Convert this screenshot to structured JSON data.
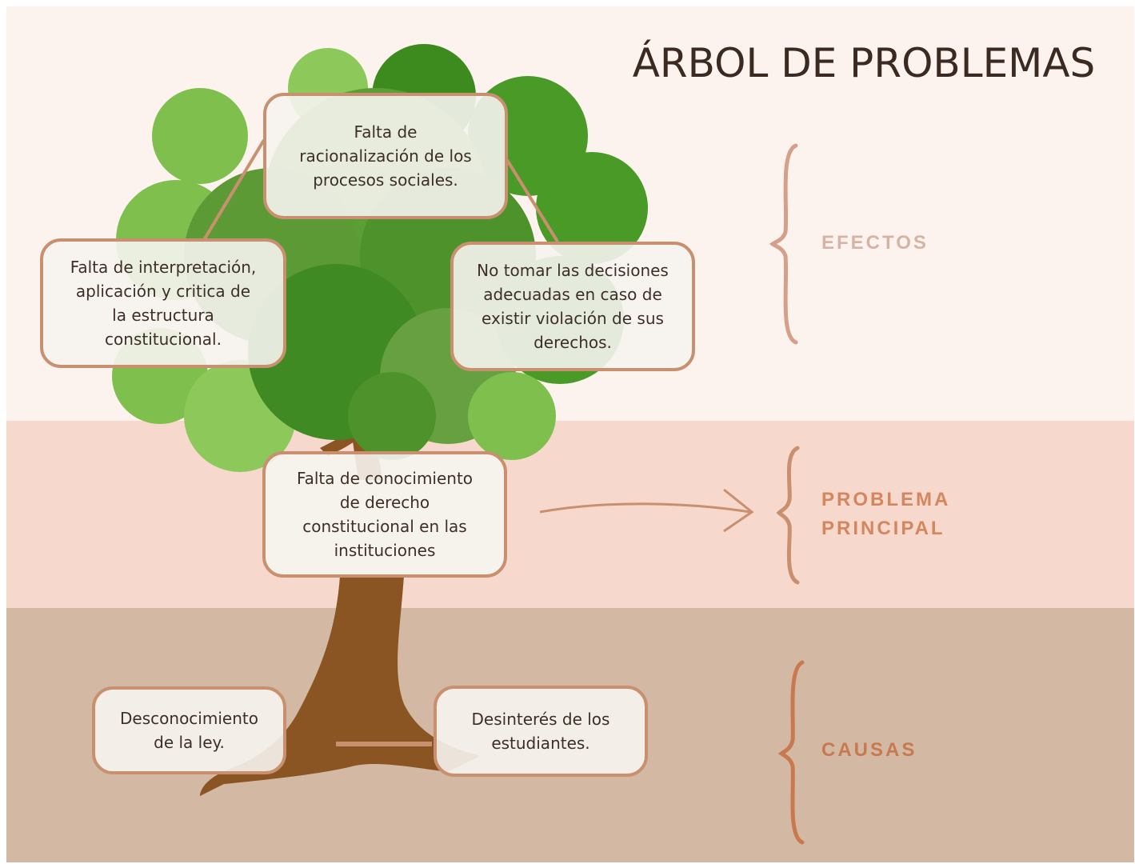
{
  "title": "ÁRBOL DE PROBLEMAS",
  "sections": {
    "effects": "EFECTOS",
    "main_problem": "PROBLEMA\nPRINCIPAL",
    "causes": "CAUSAS"
  },
  "effects": [
    "Falta de\nracionalización de los\nprocesos sociales.",
    "Falta de interpretación,\naplicación y critica de\nla estructura\nconstitucional.",
    "No tomar las decisiones\nadecuadas en caso de\nexistir violación de sus\nderechos."
  ],
  "main_problem": "Falta de conocimiento\nde derecho\nconstitucional en las\ninstituciones",
  "causes": [
    "Desconocimiento\nde la ley.",
    "Desinterés de los\nestudiantes."
  ],
  "colors": {
    "band_top": "#fcf3ee",
    "band_mid": "#f6d9cc",
    "band_bot": "#d3b9a3",
    "accent": "#c9906f",
    "label_effects": "#d6b4a3",
    "label_problem": "#d4865f",
    "label_causes": "#c8794f",
    "trunk": "#8b5523"
  }
}
